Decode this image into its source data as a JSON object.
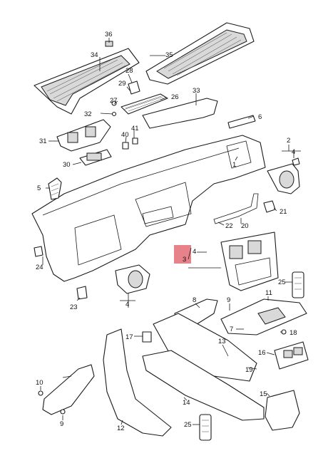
{
  "callouts": {
    "c36": "36",
    "c34": "34",
    "c35": "35",
    "c28": "28",
    "c29": "29",
    "c27": "27",
    "c26": "26",
    "c33": "33",
    "c32": "32",
    "c41": "41",
    "c6": "6",
    "c31": "31",
    "c40": "40",
    "c2": "2",
    "c4_top": "4",
    "c30": "30",
    "c1": "1",
    "c5": "5",
    "c21": "21",
    "c22": "22",
    "c20": "20",
    "c4_mid": "4",
    "c3": "3",
    "c24": "24",
    "c25_right": "25",
    "c23": "23",
    "c4_bottom": "4",
    "c11": "11",
    "c9_mid": "9",
    "c8": "8",
    "c7": "7",
    "c18": "18",
    "c17": "17",
    "c13": "13",
    "c19": "19",
    "c16": "16",
    "c10": "10",
    "c14": "14",
    "c15": "15",
    "c9_bottom": "9",
    "c12": "12",
    "c25_bottom": "25"
  },
  "highlight_color": "#e8828a"
}
